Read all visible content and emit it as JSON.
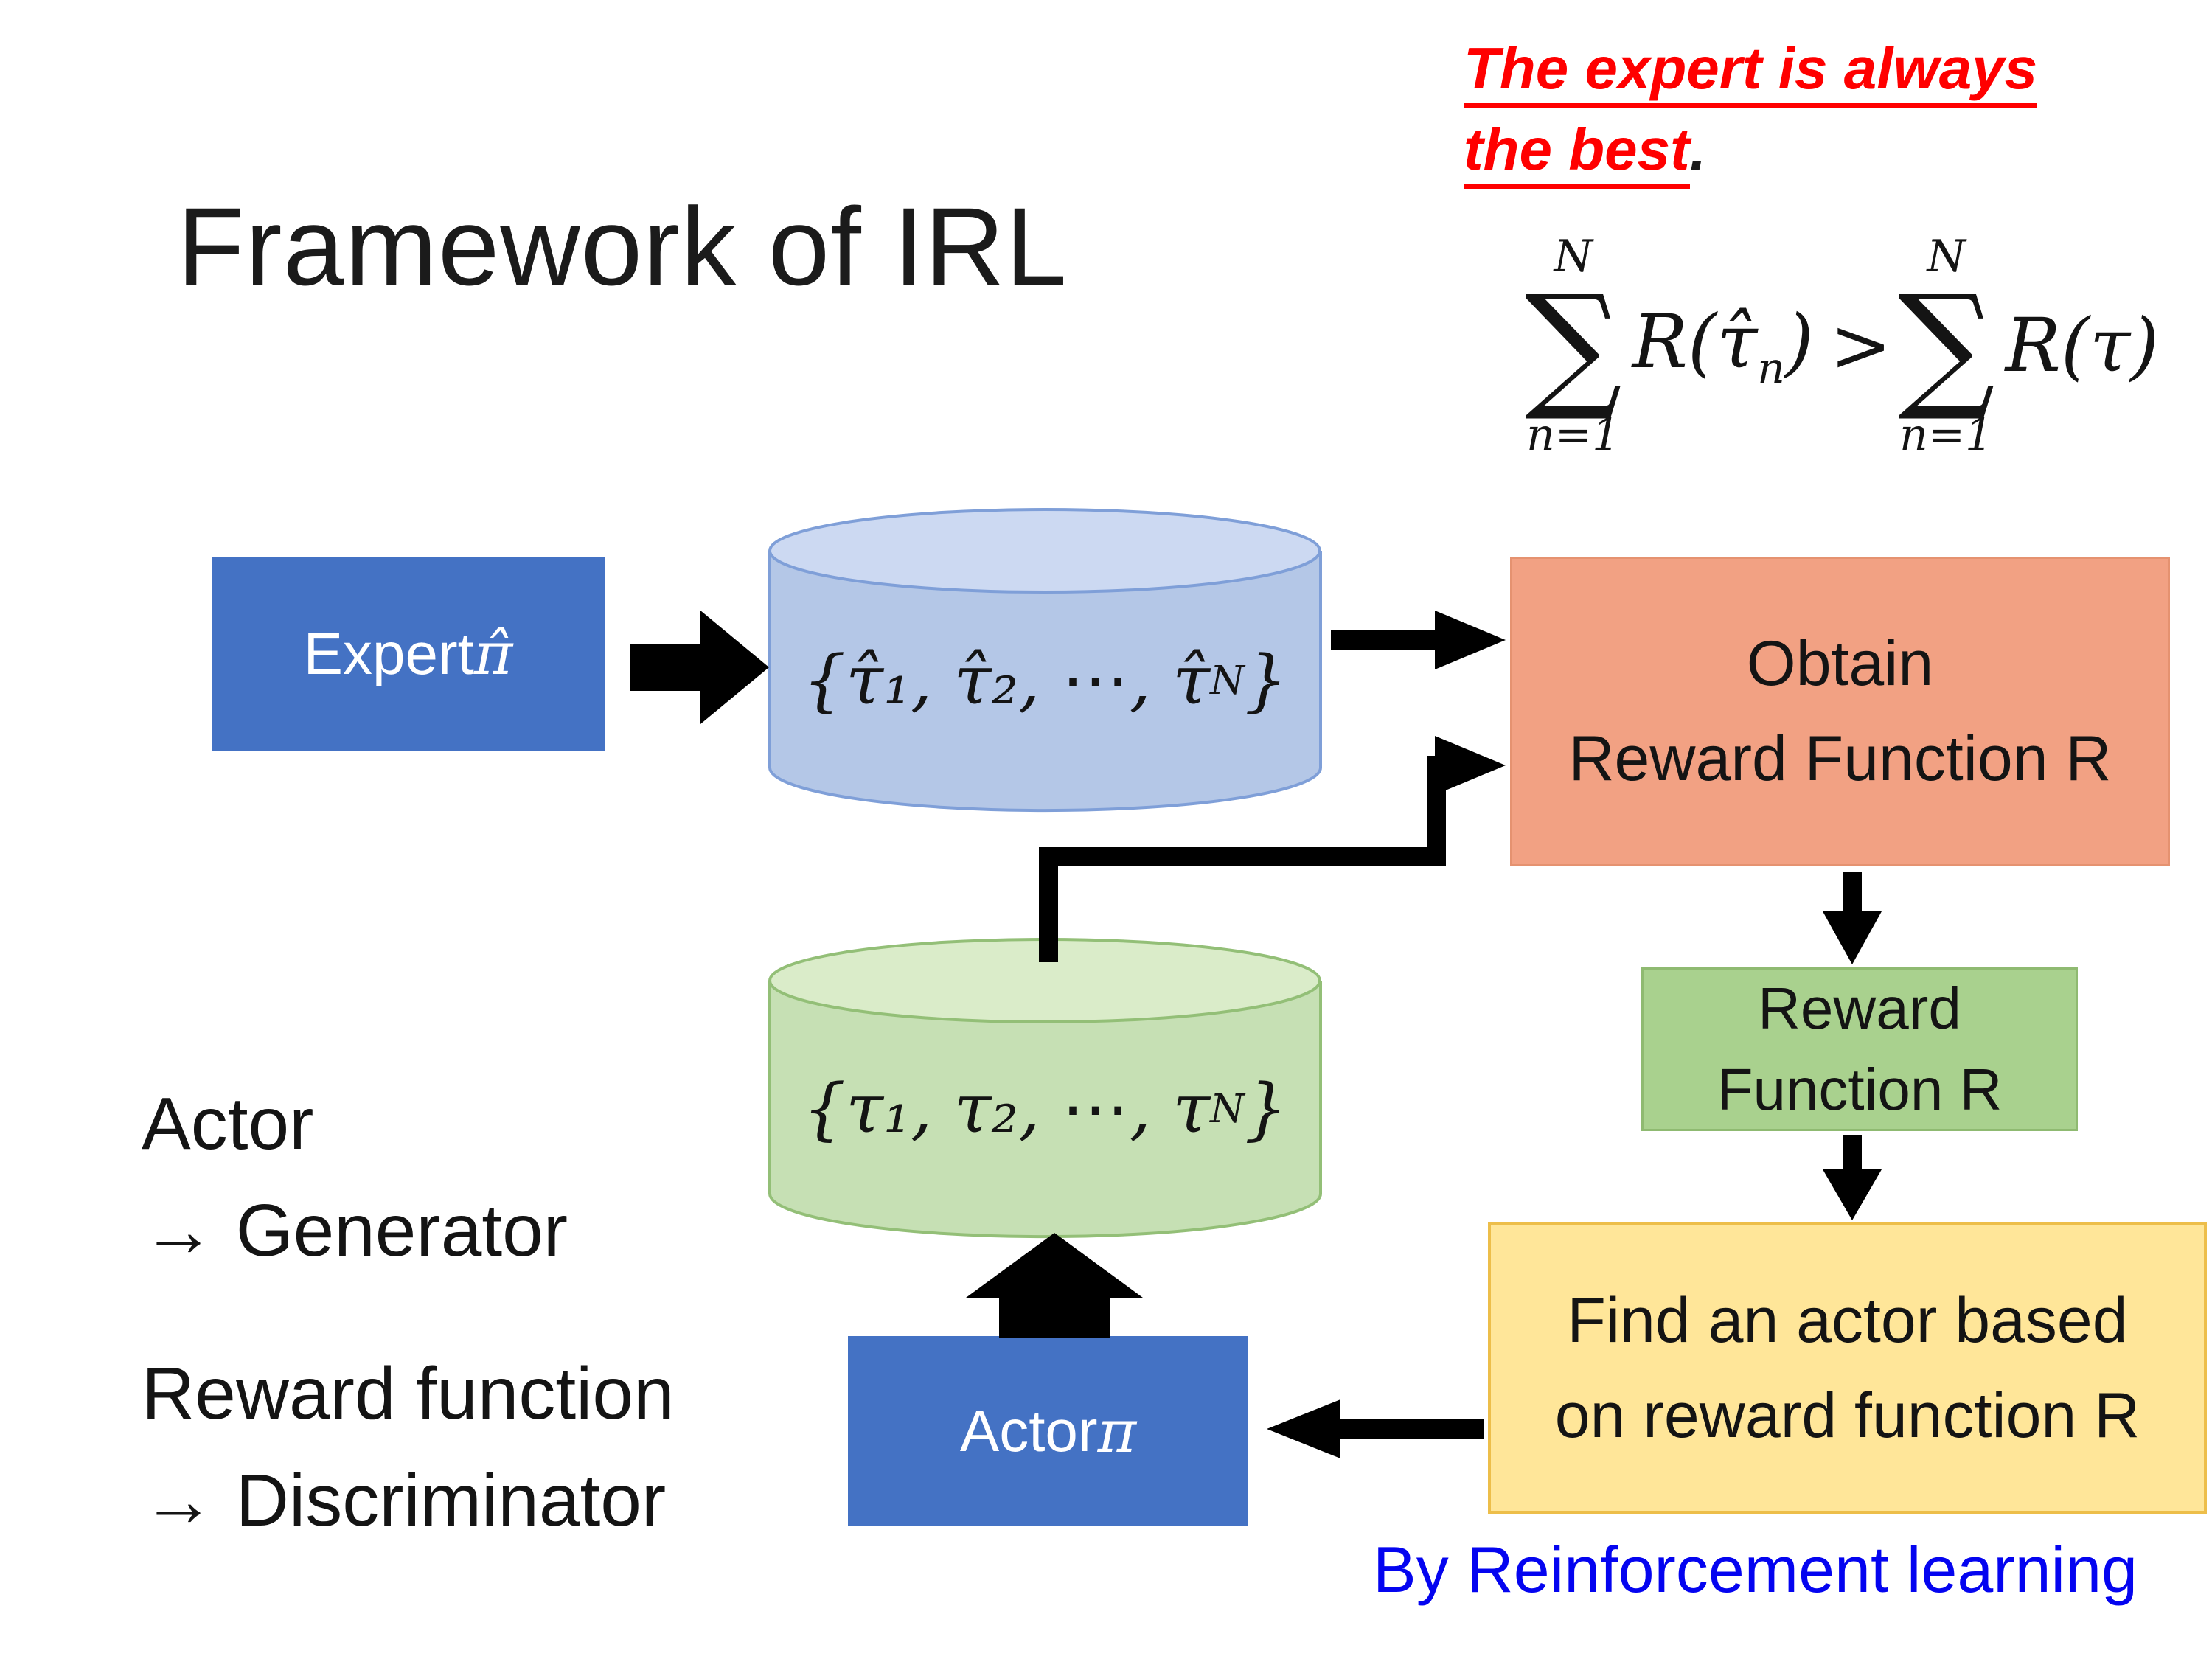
{
  "slide": {
    "title": "Framework of IRL"
  },
  "note": {
    "line1": "The expert is always",
    "line2": "the best",
    "period": "."
  },
  "formula": {
    "sum_symbol": "∑",
    "sum_top": "N",
    "sum_bottom": "n=1",
    "lhs_pre": "R(τ̂",
    "lhs_sub": "n",
    "lhs_close": ")",
    "comparator": ">",
    "rhs": "R(τ)"
  },
  "expert_box": {
    "label_prefix": "Expert ",
    "label_pi": "π̂"
  },
  "expert_data": {
    "prefix": "{τ̂₁, τ̂₂, ⋯, τ̂",
    "sub": "N",
    "suffix": "}"
  },
  "actor_data": {
    "prefix": "{τ₁, τ₂, ⋯, τ",
    "sub": "N",
    "suffix": "}"
  },
  "obtain_box": {
    "line1": "Obtain",
    "line2": "Reward Function R"
  },
  "reward_box": {
    "line1": "Reward",
    "line2": "Function R"
  },
  "find_box": {
    "line1": "Find an actor based",
    "line2": "on reward function R"
  },
  "actor_box": {
    "label_prefix": "Actor ",
    "label_pi": "π"
  },
  "left_notes": {
    "actor_line1": "Actor",
    "actor_line2": "→ Generator",
    "reward_line1": "Reward function",
    "reward_line2": "→ Discriminator"
  },
  "footer": {
    "text": "By Reinforcement learning"
  },
  "colors": {
    "expert_box": "#4472c4",
    "actor_box": "#4472c4",
    "obtain_box": "#f2a183",
    "reward_box": "#a9d18e",
    "find_box": "#ffe699",
    "expert_cylinder_body": "#b4c7e7",
    "expert_cylinder_top": "#ccd9f2",
    "actor_cylinder_body": "#c6e0b4",
    "actor_cylinder_top": "#daecc9",
    "note_text": "#ff0000",
    "footer_text": "#0404f0",
    "arrows": "#000000"
  }
}
